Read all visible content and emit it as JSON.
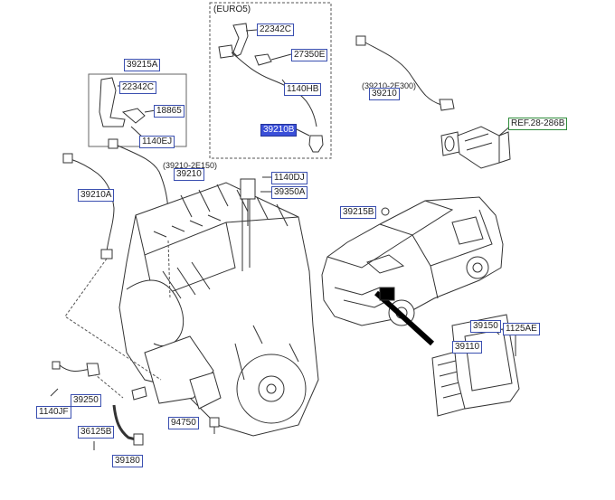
{
  "euro_header": "(EURO5)",
  "labels": {
    "p22342C_top": "22342C",
    "p27350E": "27350E",
    "p1140HB": "1140HB",
    "p39210B": "39210B",
    "p39215A": "39215A",
    "p22342C_left": "22342C",
    "p18865": "18865",
    "p1140EJ": "1140EJ",
    "p39210A": "39210A",
    "p39210_mid_note": "(39210-2E150)",
    "p39210_mid": "39210",
    "p1140DJ": "1140DJ",
    "p39350A": "39350A",
    "p39210_right_note": "(39210-2E300)",
    "p39210_right": "39210",
    "ref": "REF.28-286B",
    "p39215B": "39215B",
    "p39150": "39150",
    "p1125AE": "1125AE",
    "p39110": "39110",
    "p1140JF": "1140JF",
    "p39250": "39250",
    "p36125B": "36125B",
    "p94750": "94750",
    "p39180": "39180"
  },
  "colors": {
    "label_border": "#3a4fb0",
    "highlight": "#3a4fd8",
    "ref_border": "#2e8b3a",
    "line": "#333333"
  }
}
